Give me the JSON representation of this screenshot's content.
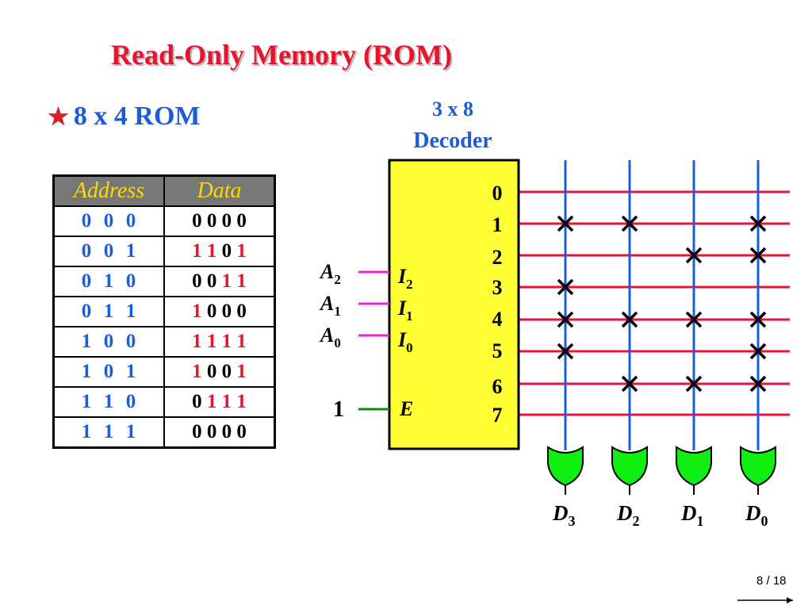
{
  "title": "Read-Only Memory (ROM)",
  "bullet": {
    "icon": "star-icon",
    "text": "8 x 4 ROM"
  },
  "table": {
    "headers": [
      "Address",
      "Data"
    ],
    "rows": [
      {
        "address": "0 0 0",
        "data": [
          "0",
          "0",
          "0",
          "0"
        ]
      },
      {
        "address": "0 0 1",
        "data": [
          "1",
          "1",
          "0",
          "1"
        ]
      },
      {
        "address": "0 1 0",
        "data": [
          "0",
          "0",
          "1",
          "1"
        ]
      },
      {
        "address": "0 1 1",
        "data": [
          "1",
          "0",
          "0",
          "0"
        ]
      },
      {
        "address": "1 0 0",
        "data": [
          "1",
          "1",
          "1",
          "1"
        ]
      },
      {
        "address": "1 0 1",
        "data": [
          "1",
          "0",
          "0",
          "1"
        ]
      },
      {
        "address": "1 1 0",
        "data": [
          "0",
          "1",
          "1",
          "1"
        ]
      },
      {
        "address": "1 1 1",
        "data": [
          "0",
          "0",
          "0",
          "0"
        ]
      }
    ]
  },
  "decoder": {
    "title_line1": "3 x 8",
    "title_line2": "Decoder",
    "outputs": [
      "0",
      "1",
      "2",
      "3",
      "4",
      "5",
      "6",
      "7"
    ],
    "inputs": [
      {
        "pin": "I",
        "sub": "2",
        "signal": "A",
        "signal_sub": "2"
      },
      {
        "pin": "I",
        "sub": "1",
        "signal": "A",
        "signal_sub": "1"
      },
      {
        "pin": "I",
        "sub": "0",
        "signal": "A",
        "signal_sub": "0"
      }
    ],
    "enable": {
      "pin": "E",
      "value": "1"
    }
  },
  "outputs": [
    {
      "label": "D",
      "sub": "3"
    },
    {
      "label": "D",
      "sub": "2"
    },
    {
      "label": "D",
      "sub": "1"
    },
    {
      "label": "D",
      "sub": "0"
    }
  ],
  "colors": {
    "title": "#e8142c",
    "bullet_text": "#1c5cd8",
    "decoder_fill": "#ffff33",
    "word_line": "#e8143c",
    "bit_line": "#1c5cd8",
    "input_wire": "#ee22dd",
    "enable_wire": "#118811",
    "or_gate": "#11ee11"
  },
  "page": {
    "number": "8 / 18"
  }
}
